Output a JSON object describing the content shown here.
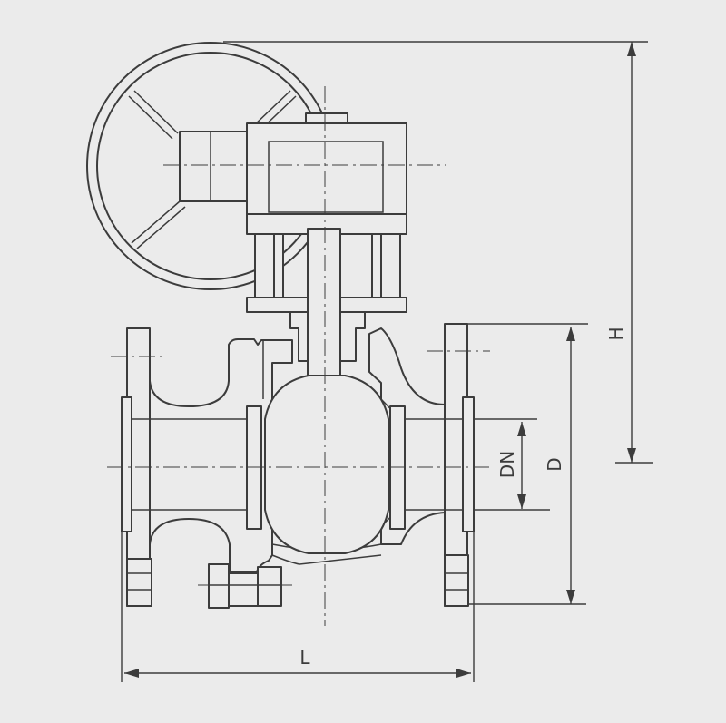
{
  "dimensions": {
    "height_label": "H",
    "diameter_label": "D",
    "nominal_diameter_label": "DN",
    "length_label": "L"
  },
  "colors": {
    "background": "#ebebeb",
    "line": "#3c3c3c"
  }
}
